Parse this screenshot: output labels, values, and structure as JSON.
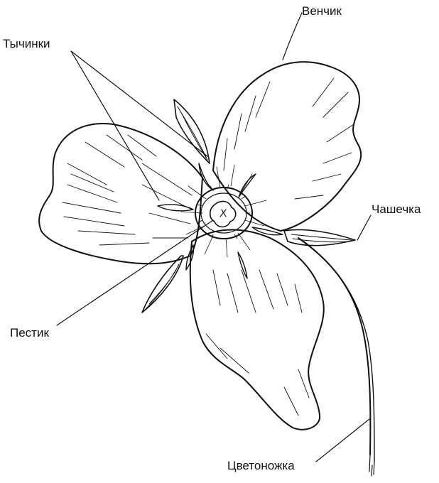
{
  "labels": {
    "corolla": "Венчик",
    "stamens": "Тычинки",
    "calyx": "Чашечка",
    "pistil": "Пестик",
    "pedicel": "Цветоножка"
  },
  "colors": {
    "ink": "#111111",
    "paper": "#ffffff"
  }
}
